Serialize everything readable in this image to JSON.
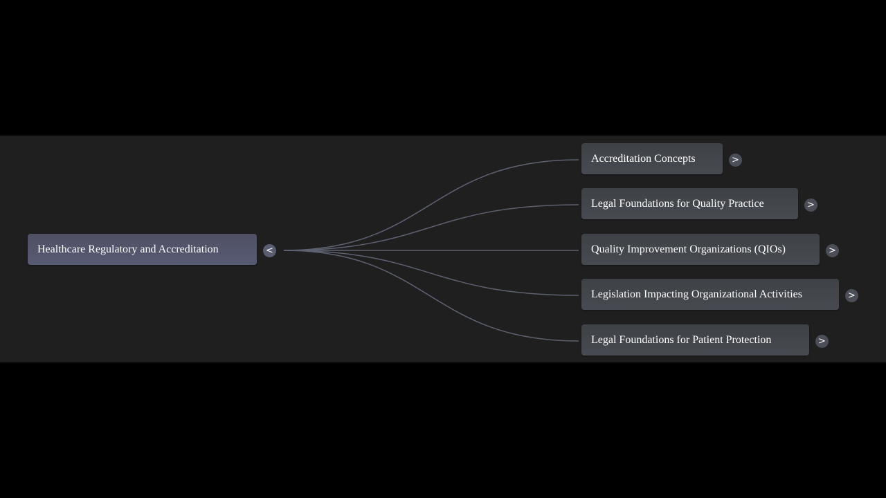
{
  "diagram": {
    "root": {
      "label": "Healthcare Regulatory and Accreditation",
      "toggle_glyph": "<"
    },
    "children": [
      {
        "label": "Accreditation Concepts",
        "toggle_glyph": ">"
      },
      {
        "label": "Legal Foundations for Quality Practice",
        "toggle_glyph": ">"
      },
      {
        "label": "Quality Improvement Organizations (QIOs)",
        "toggle_glyph": ">"
      },
      {
        "label": "Legislation Impacting Organizational Activities",
        "toggle_glyph": ">"
      },
      {
        "label": "Legal Foundations for Patient Protection",
        "toggle_glyph": ">"
      }
    ],
    "colors": {
      "background": "#000000",
      "canvas": "#1f1f20",
      "root_node": "#555870",
      "child_node": "#43474d",
      "connector": "#5e6170",
      "text": "#ffffff"
    }
  }
}
